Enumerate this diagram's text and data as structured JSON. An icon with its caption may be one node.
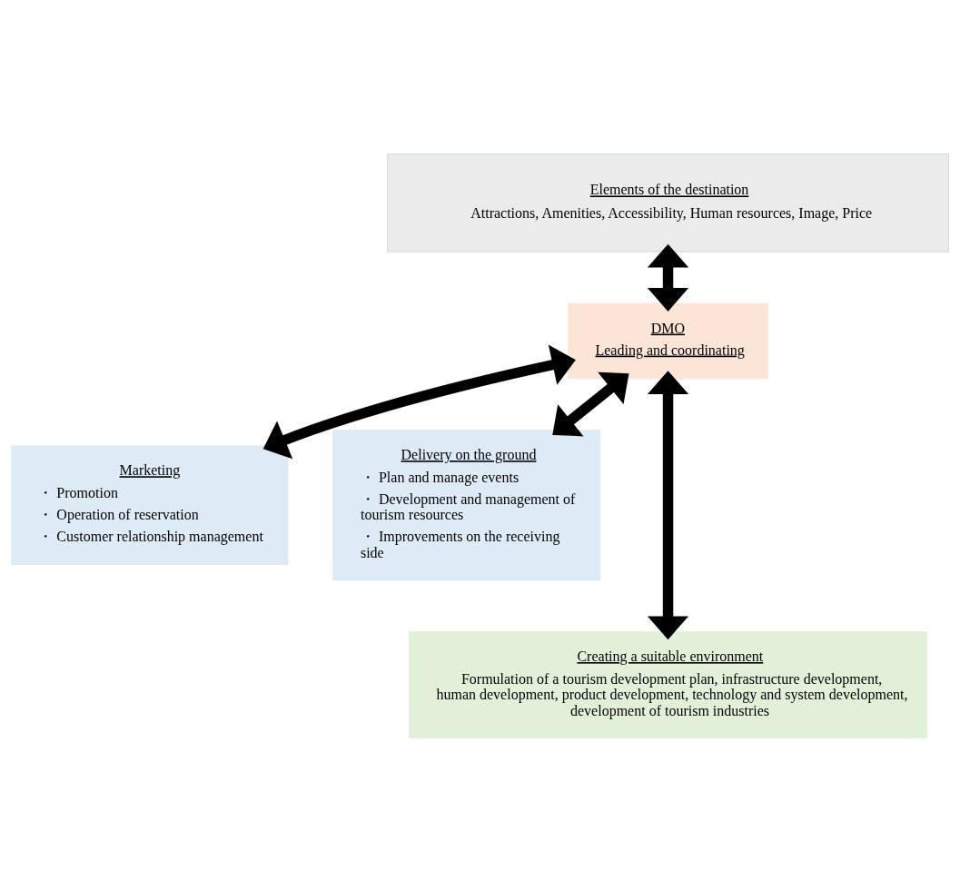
{
  "diagram": {
    "nodes": [
      {
        "text": [
          "Elements of the destination",
          "Attractions, Amenities, Accessibility, Human resources, Image, Price"
        ]
      },
      {
        "text": [
          "DMO",
          "Leading and coordinating"
        ]
      },
      {
        "text": [
          "Marketing",
          "・ Promotion",
          "・ Operation of reservation",
          "・ Customer relationship management"
        ]
      },
      {
        "text": [
          "Delivery on the ground",
          "・ Plan and manage events",
          "・ Development and management of tourism resources",
          "・ Improvements on the receiving side"
        ]
      },
      {
        "text": [
          "Creating a suitable environment",
          "Formulation of a tourism development plan, infrastructure development, human development, product development, technology and system development, development of tourism industries"
        ]
      }
    ],
    "edges": [
      {
        "from": 0,
        "to": 1,
        "arrow": "both"
      },
      {
        "from": 1,
        "to": 2,
        "arrow": "both"
      },
      {
        "from": 1,
        "to": 3,
        "arrow": "both"
      },
      {
        "from": 1,
        "to": 4,
        "arrow": "both"
      }
    ]
  }
}
